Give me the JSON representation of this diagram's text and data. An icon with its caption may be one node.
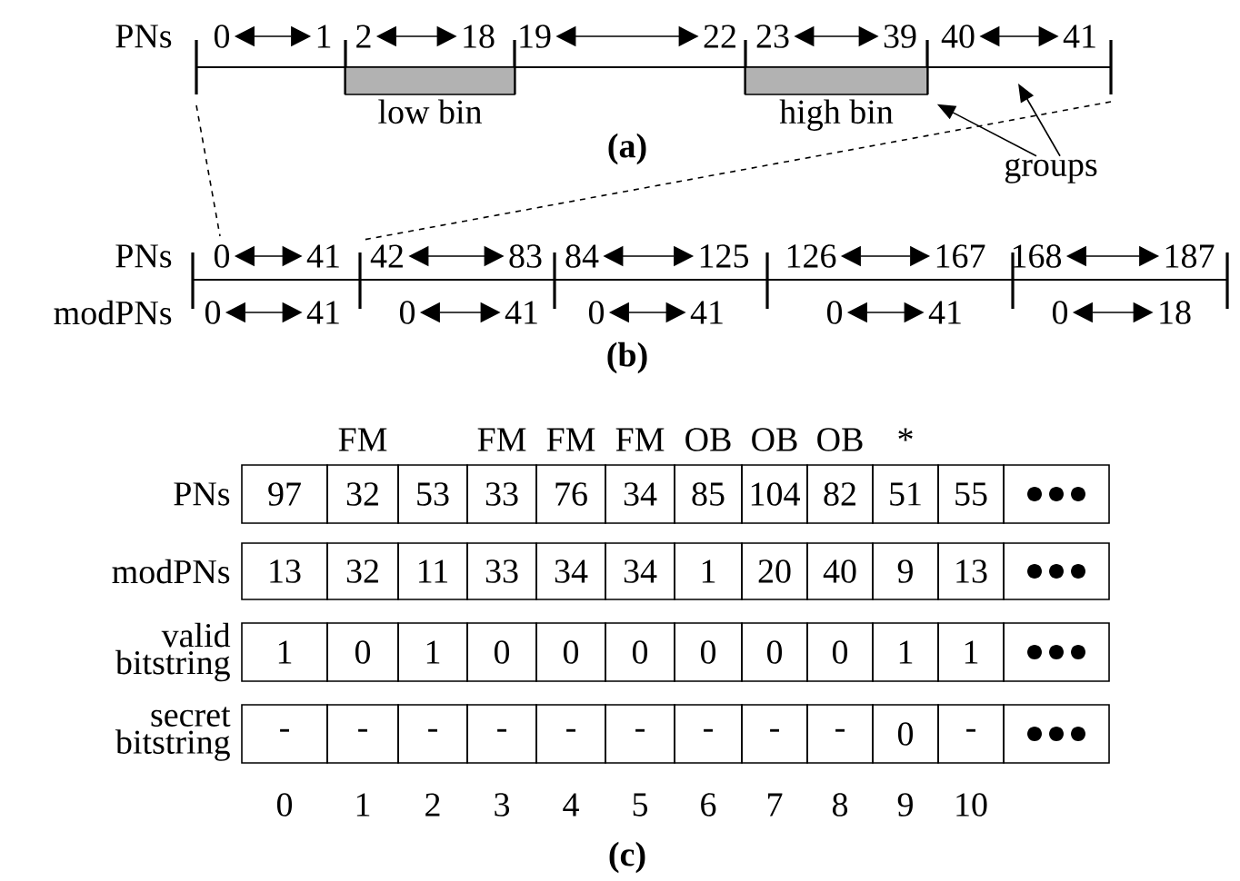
{
  "diagram": {
    "nodes": [
      {
        "text": [
          "low bin"
        ]
      },
      {
        "text": [
          "high bin"
        ]
      },
      {
        "text": [
          "groups"
        ]
      }
    ],
    "edges": [
      {
        "from": 2,
        "to": 1,
        "arrow": "to"
      },
      {
        "from": 2,
        "to": null,
        "arrow": "to"
      }
    ],
    "labels": [
      "PNs",
      "0",
      "1",
      "2",
      "18",
      "19",
      "22",
      "23",
      "39",
      "40",
      "41",
      "(a)",
      "PNs",
      "0",
      "41",
      "42",
      "83",
      "84",
      "125",
      "126",
      "167",
      "168",
      "187",
      "modPNs",
      "0",
      "41",
      "0",
      "41",
      "0",
      "41",
      "0",
      "41",
      "0",
      "18",
      "(b)",
      "FM",
      "FM",
      "FM",
      "FM",
      "OB",
      "OB",
      "OB",
      "*",
      "PNs",
      "97",
      "32",
      "53",
      "33",
      "76",
      "34",
      "85",
      "104",
      "82",
      "51",
      "55",
      "modPNs",
      "13",
      "32",
      "11",
      "33",
      "34",
      "34",
      "1",
      "20",
      "40",
      "9",
      "13",
      "valid bitstring",
      "1",
      "0",
      "1",
      "0",
      "0",
      "0",
      "0",
      "0",
      "0",
      "1",
      "1",
      "secret bitstring",
      "-",
      "-",
      "-",
      "-",
      "-",
      "-",
      "-",
      "-",
      "-",
      "0",
      "-",
      "0",
      "1",
      "2",
      "3",
      "4",
      "5",
      "6",
      "7",
      "8",
      "9",
      "10",
      "(c)"
    ]
  }
}
